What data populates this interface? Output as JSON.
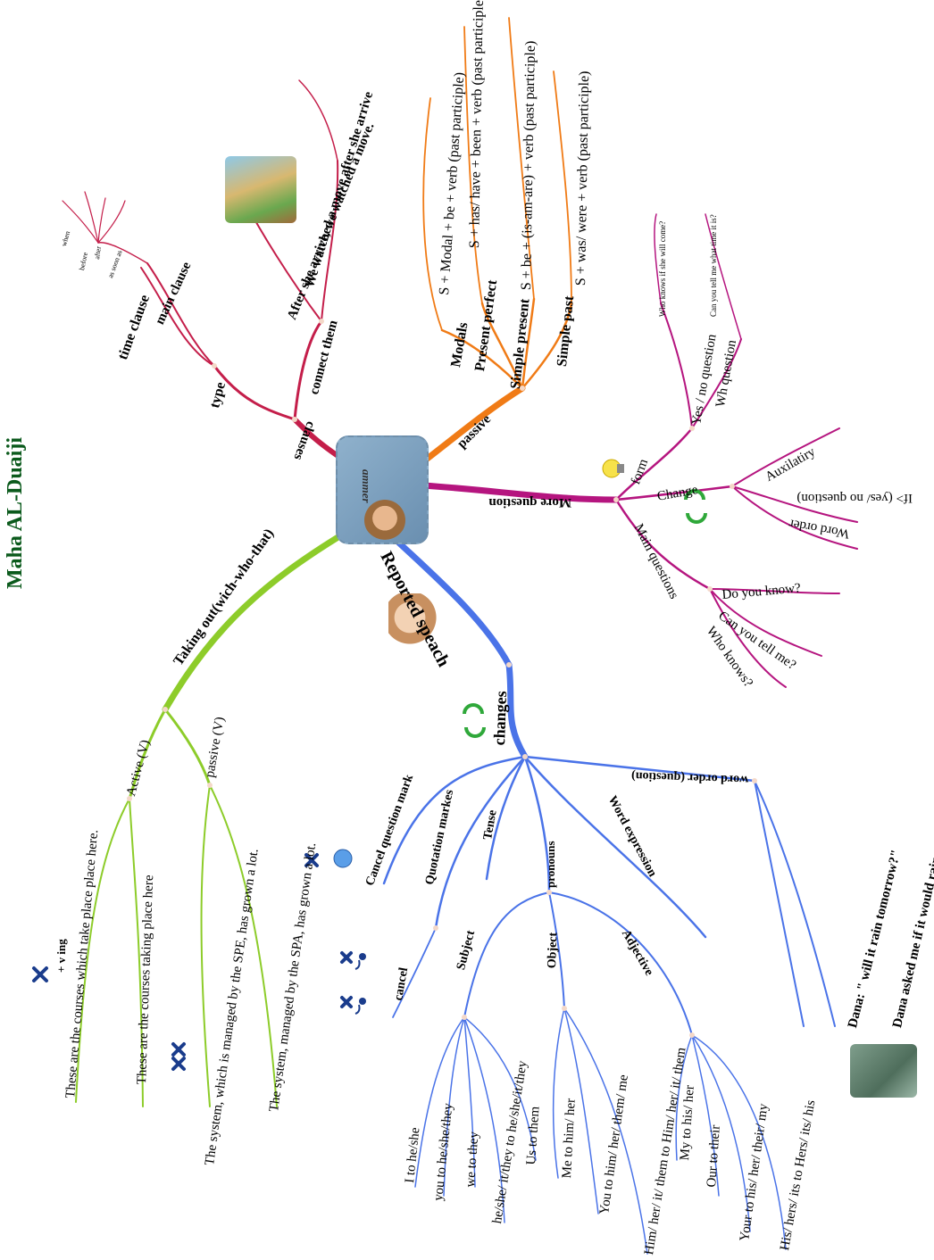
{
  "author": "Maha AL-Duaiji",
  "center": {
    "label": "ammer"
  },
  "branches": {
    "clauses": {
      "title": "clauses",
      "type": "type",
      "time_clause": "time clause",
      "main_clause": "main clause",
      "connect": "connect them",
      "time_words": [
        "when",
        "before",
        "after",
        "as soon as"
      ],
      "examples": [
        "After she arrive, we watched a move.",
        "We watched a move after she arrive"
      ]
    },
    "passive": {
      "title": "passive",
      "tenses": [
        "Modals",
        "Present perfect",
        "Simple present",
        "Simple past"
      ],
      "forms": [
        "S + Modal + be + verb (past participle)",
        "S + has/ have + been + verb (past participle)",
        "S + be + (is-am-are) + verb (past participle)",
        "S + was/ were + verb (past participle)"
      ]
    },
    "more_question": {
      "title": "More question",
      "form": "form",
      "yes_no": "Yes / no question",
      "wh": "Wh question",
      "yes_no_example": "Who knows if she will come?",
      "wh_example": "Can you tell me what time it is?",
      "change": "Change",
      "auxiliary": "Auxilatiry",
      "if": "If> (yes/ no question)",
      "word_order": "Word order",
      "main_questions": "Main questions",
      "main_list": [
        "Do you know?",
        "Can you tell me?",
        "Who knows?"
      ]
    },
    "taking_out": {
      "title": "Taking out(wich-who-that)",
      "active": "Active (V)",
      "passive": "passive (V)",
      "ving": "+ v ing",
      "examples": [
        "These are the courses which take place place here.",
        "These are the courses taking place here",
        "The system, which is managed by the SPE, has grown a lot.",
        "The system, managed by the SPA, has grown a lot."
      ]
    },
    "reported": {
      "title": "Reported speach",
      "changes": "changes",
      "items": [
        "Cancel question mark",
        "Quotation markes",
        "Tense",
        "pronouns",
        "Word expression",
        "word order (question)"
      ],
      "cancel": "cancel",
      "subject": "Subject",
      "object": "Object",
      "adjective": "Adjective",
      "subject_list": [
        "I to he/she",
        "you to he/she/they",
        "we to they",
        "he/she/ it/they to he/she/it/they",
        "Us to them"
      ],
      "object_list": [
        "Me to him/ her",
        "You to him/ her/ them/ me",
        "Him/ her/ it/ them to Him/ her/ it/ them"
      ],
      "adjective_list": [
        "My to his/ her",
        "Our to their",
        "Your to his/ her/ their/ my",
        "His/ hers/ its to Hers/ its/ his"
      ],
      "example_q": "Dana: \" will it rain tomorrow?\"",
      "example_a": "Dana asked me if it would rain tomorrow."
    }
  },
  "colors": {
    "red": "#c41e4a",
    "orange": "#f07b16",
    "magenta": "#b5157f",
    "green": "#8dcc2a",
    "blue": "#4a73e8",
    "mark": "#1a3c8c"
  }
}
